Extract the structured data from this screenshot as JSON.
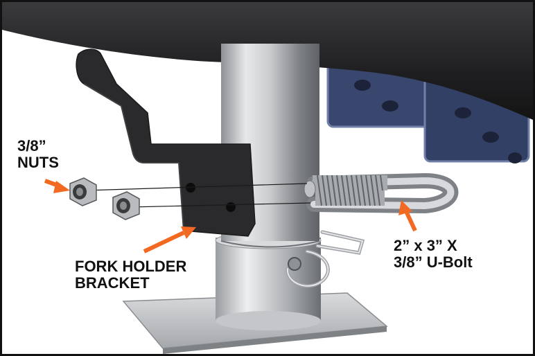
{
  "labels": {
    "nuts_line1": "3/8”",
    "nuts_line2": "NUTS",
    "fork_line1": "FORK HOLDER",
    "fork_line2": "BRACKET",
    "ubolt_line1": "2” x 3” X",
    "ubolt_line2": "3/8” U-Bolt"
  },
  "colors": {
    "arrow": "#f26a21",
    "frame": "#111111",
    "bracket": "#2b2b2d",
    "steel": "#b8babd",
    "blue_frame": "#3a4a78"
  }
}
